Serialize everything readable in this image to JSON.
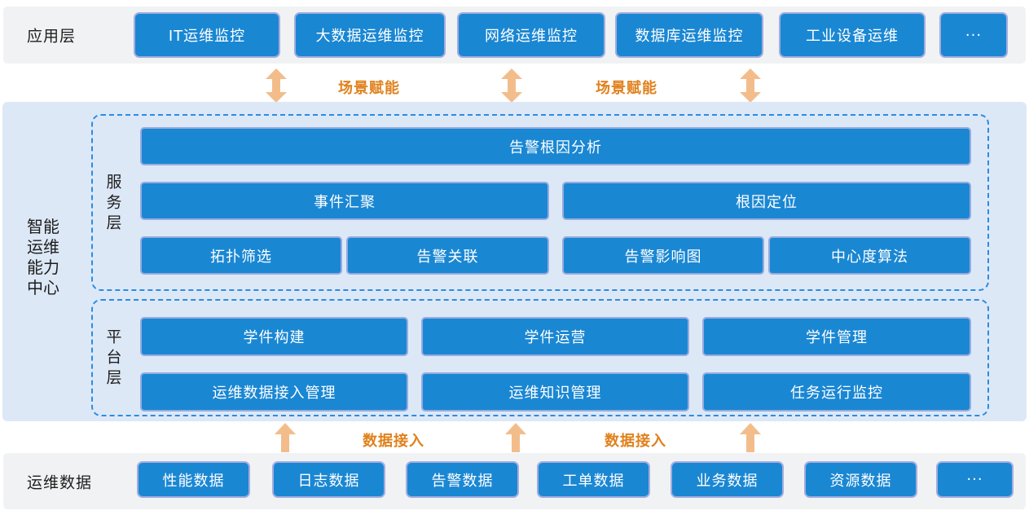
{
  "colors": {
    "box_blue": "#1a87d3",
    "box_border": "#a3addf",
    "band_gray": "#f1f2f3",
    "center_panel_blue": "#dde8f7",
    "dashed_border_blue": "#2b8ce2",
    "arrow_orange": "#f3bd8b",
    "flow_label_orange": "#e0811c",
    "dark_text": "#1d1d1d",
    "box_text": "#ffffff"
  },
  "icons": {
    "scene_arrow": "up-down-arrow",
    "data_arrow": "up-arrow"
  },
  "app_layer": {
    "label": "应用层",
    "items": [
      "IT运维监控",
      "大数据运维监控",
      "网络运维监控",
      "数据库运维监控",
      "工业设备运维",
      "···"
    ]
  },
  "scene_links": {
    "labels": [
      "场景赋能",
      "场景赋能"
    ]
  },
  "capability_center": {
    "label": "智能运维能力中心",
    "service_layer": {
      "label": "服务层",
      "row1": [
        "告警根因分析"
      ],
      "row2": [
        "事件汇聚",
        "根因定位"
      ],
      "row3": [
        "拓扑筛选",
        "告警关联",
        "告警影响图",
        "中心度算法"
      ]
    },
    "platform_layer": {
      "label": "平台层",
      "row1": [
        "学件构建",
        "学件运营",
        "学件管理"
      ],
      "row2": [
        "运维数据接入管理",
        "运维知识管理",
        "任务运行监控"
      ]
    }
  },
  "data_links": {
    "labels": [
      "数据接入",
      "数据接入"
    ]
  },
  "data_layer": {
    "label": "运维数据",
    "items": [
      "性能数据",
      "日志数据",
      "告警数据",
      "工单数据",
      "业务数据",
      "资源数据",
      "···"
    ]
  }
}
